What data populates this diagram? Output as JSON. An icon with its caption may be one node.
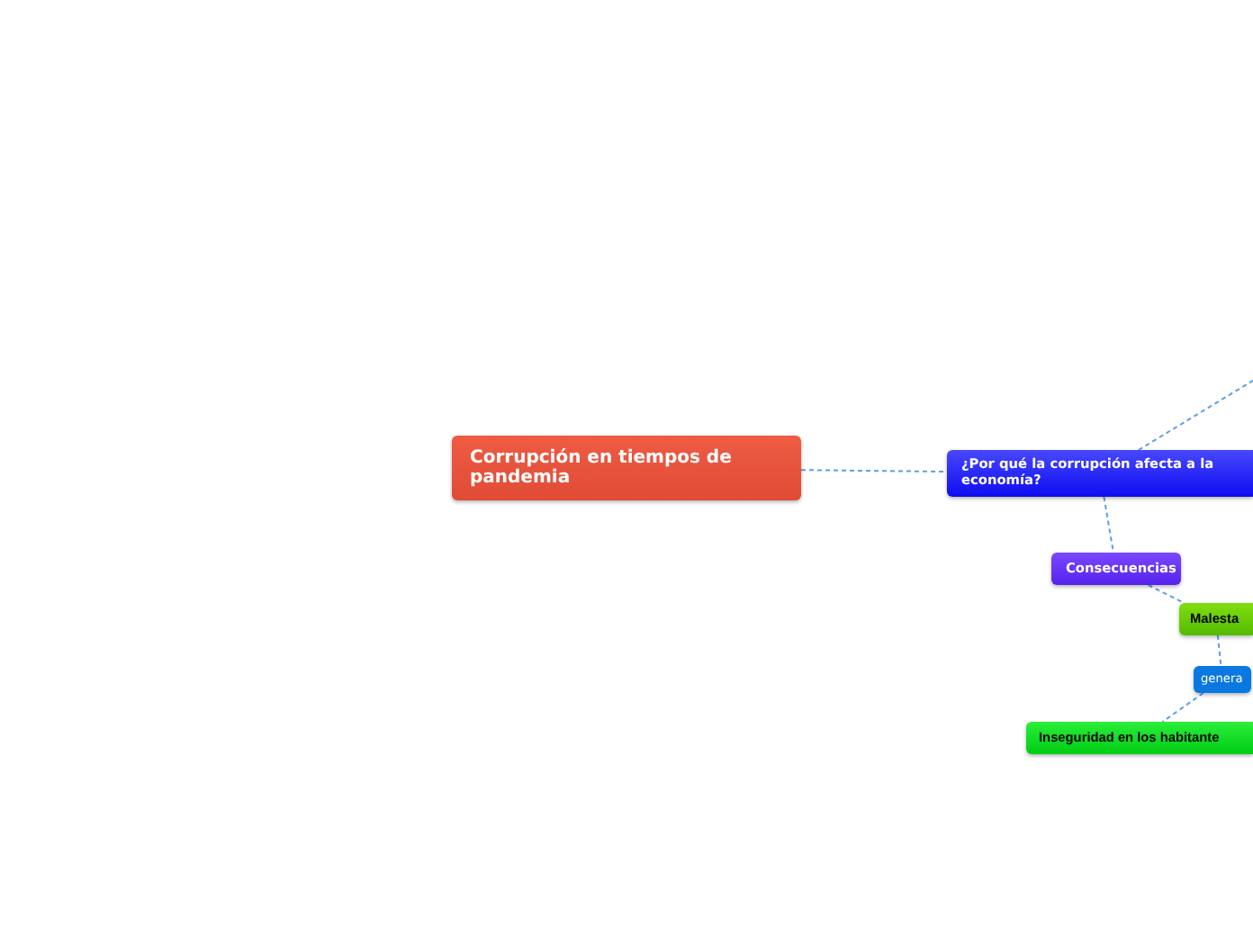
{
  "diagram": {
    "nodes": [
      {
        "text": [
          "Corrupción en tiempos de pandemia"
        ]
      },
      {
        "text": [
          "¿Por qué la corrupción afecta a la economía?"
        ]
      },
      {
        "text": [
          "Consecuencias"
        ]
      },
      {
        "text": [
          "Malesta"
        ]
      },
      {
        "text": [
          "genera"
        ]
      },
      {
        "text": [
          "Inseguridad en los habitante"
        ]
      }
    ],
    "edges": [
      {
        "from": 0,
        "to": 1,
        "arrow": "none"
      },
      {
        "from": 1,
        "to": null,
        "arrow": "none"
      },
      {
        "from": 1,
        "to": 2,
        "arrow": "none"
      },
      {
        "from": 2,
        "to": 3,
        "arrow": "none"
      },
      {
        "from": 3,
        "to": 4,
        "arrow": "none"
      },
      {
        "from": 4,
        "to": 5,
        "arrow": "none"
      }
    ]
  }
}
